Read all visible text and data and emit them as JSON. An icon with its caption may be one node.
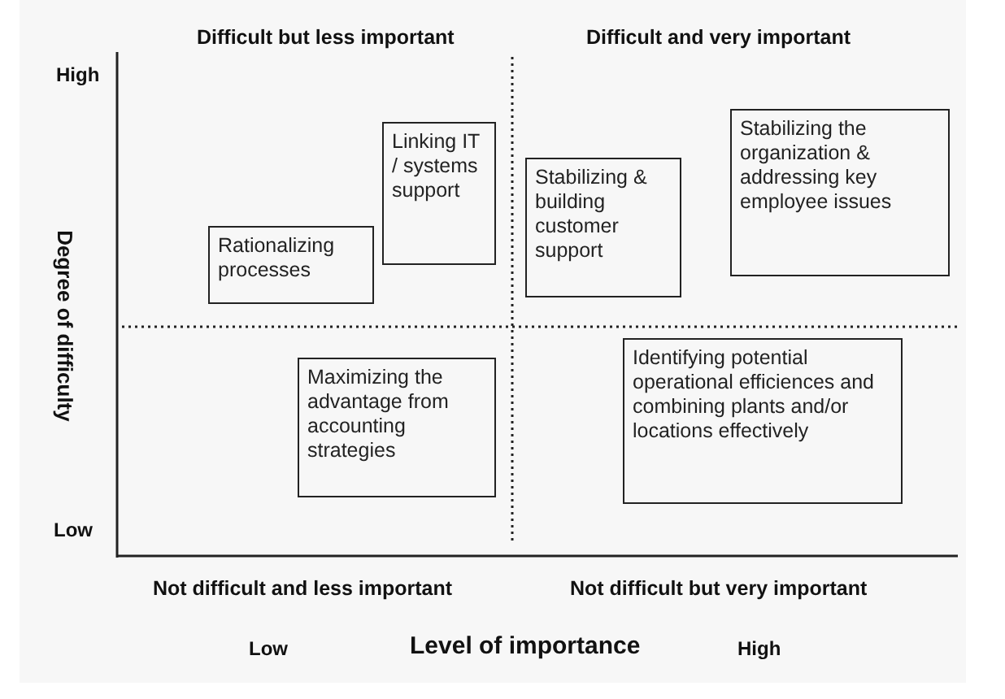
{
  "diagram": {
    "nodes": [
      {
        "text": [
          "Rationalizing processes"
        ]
      },
      {
        "text": [
          "Linking IT / systems support"
        ]
      },
      {
        "text": [
          "Stabilizing & building customer support"
        ]
      },
      {
        "text": [
          "Stabilizing the organization & addressing key employee issues"
        ]
      },
      {
        "text": [
          "Maximizing the advantage from accounting strategies"
        ]
      },
      {
        "text": [
          "Identifying potential operational efficiences and combining plants and/or locations effectively"
        ]
      }
    ],
    "labels": [
      "Difficult but less important",
      "Difficult and very important",
      "High",
      "Degree of difficulty",
      "Low",
      "Not difficult and less important",
      "Not difficult but very important",
      "Low",
      "Level of importance",
      "High"
    ]
  }
}
